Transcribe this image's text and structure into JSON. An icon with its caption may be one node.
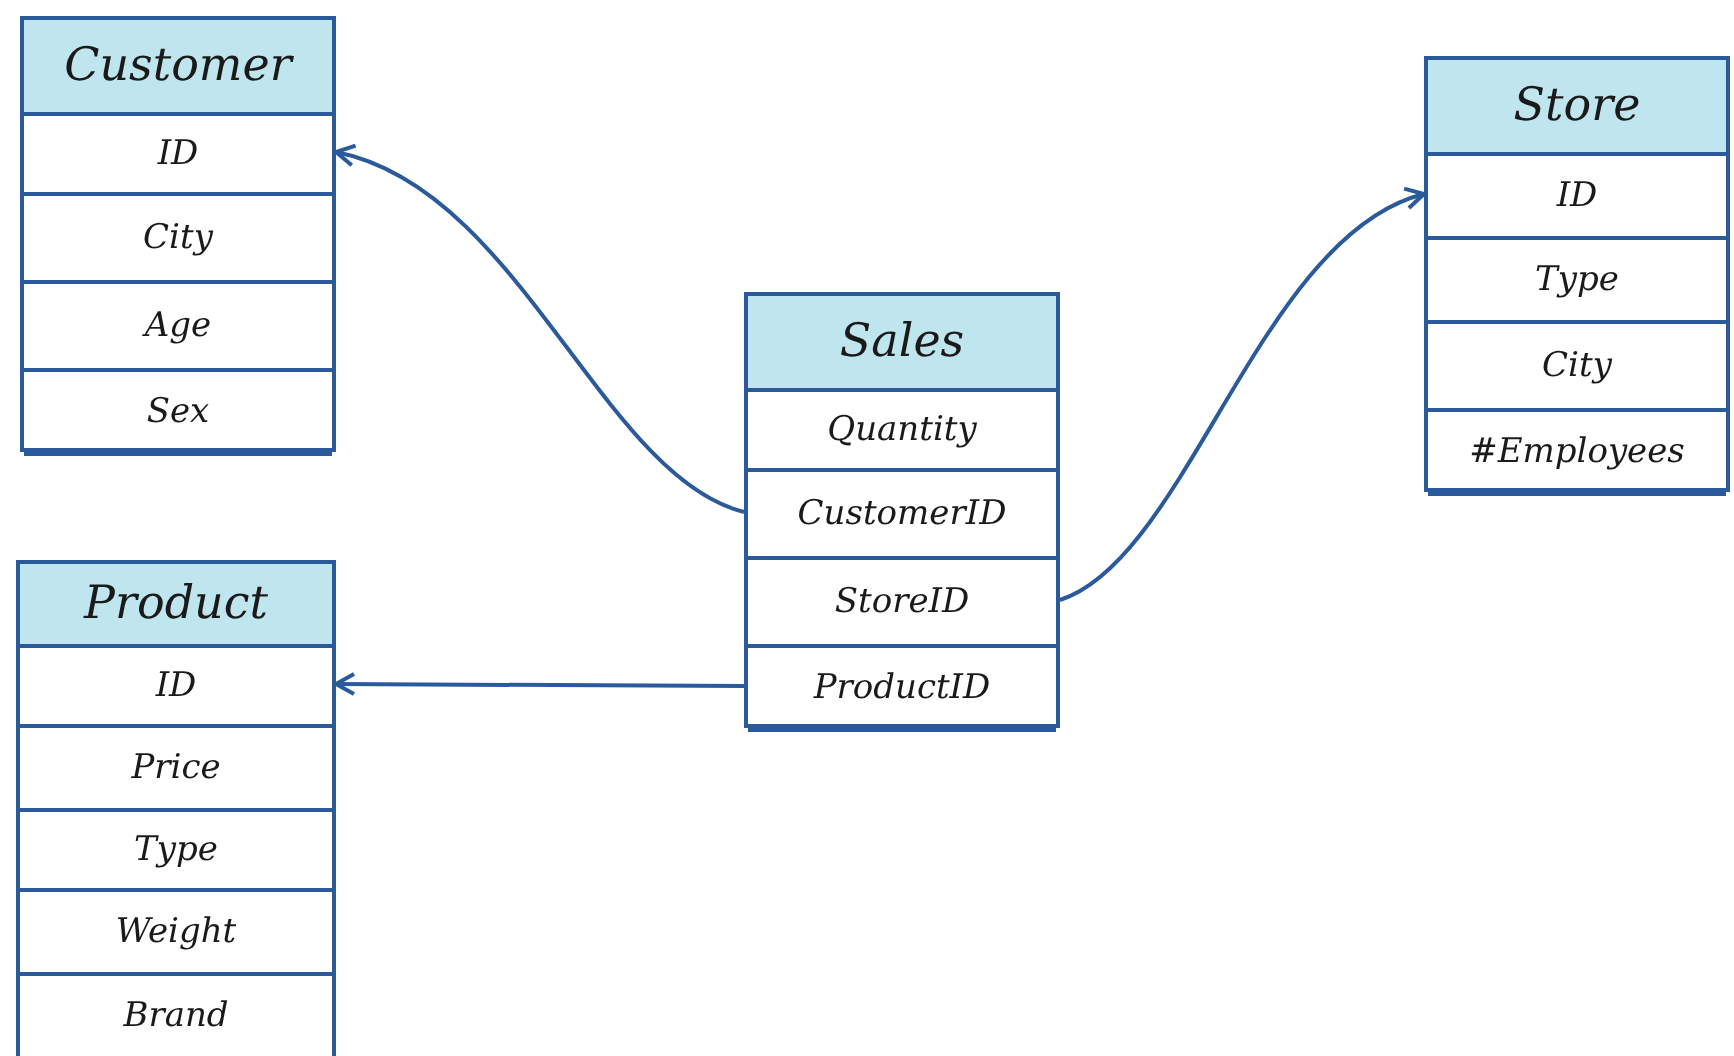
{
  "diagram": {
    "nodes": [
      {
        "text": [
          "Customer"
        ]
      },
      {
        "text": [
          "ID"
        ],
        "in": 0
      },
      {
        "text": [
          "City"
        ],
        "in": 0
      },
      {
        "text": [
          "Age"
        ],
        "in": 0
      },
      {
        "text": [
          "Sex"
        ],
        "in": 0
      },
      {
        "text": [
          "Store"
        ]
      },
      {
        "text": [
          "ID"
        ],
        "in": 5
      },
      {
        "text": [
          "Type"
        ],
        "in": 5
      },
      {
        "text": [
          "City"
        ],
        "in": 5
      },
      {
        "text": [
          "#Employees"
        ],
        "in": 5
      },
      {
        "text": [
          "Sales"
        ]
      },
      {
        "text": [
          "Quantity"
        ],
        "in": 10
      },
      {
        "text": [
          "CustomerID"
        ],
        "in": 10
      },
      {
        "text": [
          "StoreID"
        ],
        "in": 10
      },
      {
        "text": [
          "ProductID"
        ],
        "in": 10
      },
      {
        "text": [
          "Product"
        ]
      },
      {
        "text": [
          "ID"
        ],
        "in": 15
      },
      {
        "text": [
          "Price"
        ],
        "in": 15
      },
      {
        "text": [
          "Type"
        ],
        "in": 15
      },
      {
        "text": [
          "Weight"
        ],
        "in": 15
      },
      {
        "text": [
          "Brand"
        ],
        "in": 15
      }
    ],
    "edges": [
      {
        "from": 12,
        "to": 1,
        "arrow": "to"
      },
      {
        "from": 13,
        "to": 6,
        "arrow": "to"
      },
      {
        "from": 14,
        "to": 16,
        "arrow": "to"
      }
    ]
  }
}
